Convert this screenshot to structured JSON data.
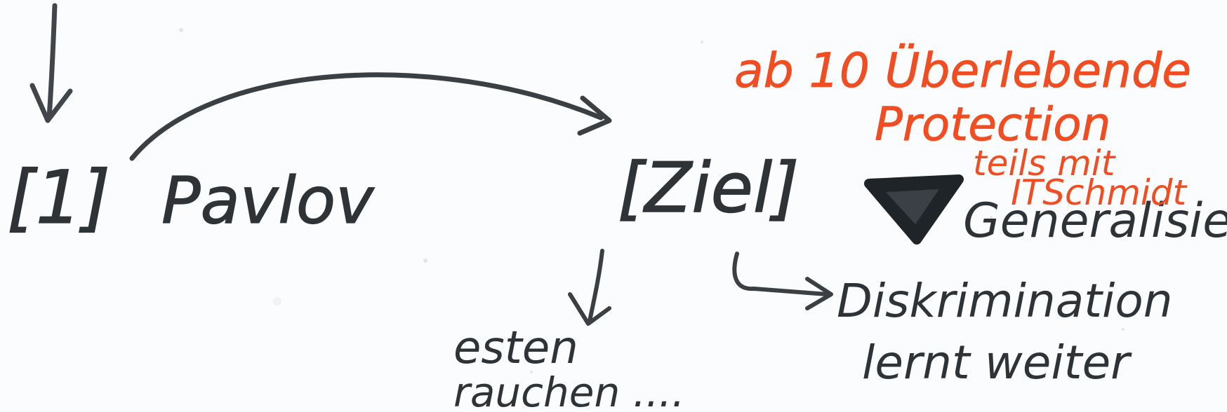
{
  "colors": {
    "paper": "#fbfcfd",
    "ink": "#2e3338",
    "accent": "#f04e22"
  },
  "nodes": {
    "node1": {
      "bracket_label": "[1]",
      "label": "Pavlov"
    },
    "target": {
      "label": "[Ziel]"
    },
    "esten": {
      "line1": "esten",
      "line2": "rauchen ...."
    },
    "diskr": {
      "line1": "Diskrimination",
      "line2": "lernt weiter"
    },
    "gen": {
      "label": "Generalisierung"
    }
  },
  "annotations": {
    "red_line1": "ab 10 Überlebende",
    "red_line2": "Protection",
    "red_line3": "teils mit",
    "red_line4": "ITSchmidt"
  },
  "icons": [
    "down-arrow-icon",
    "curved-arrow-icon",
    "hook-arrow-icon",
    "triangle-icon"
  ]
}
